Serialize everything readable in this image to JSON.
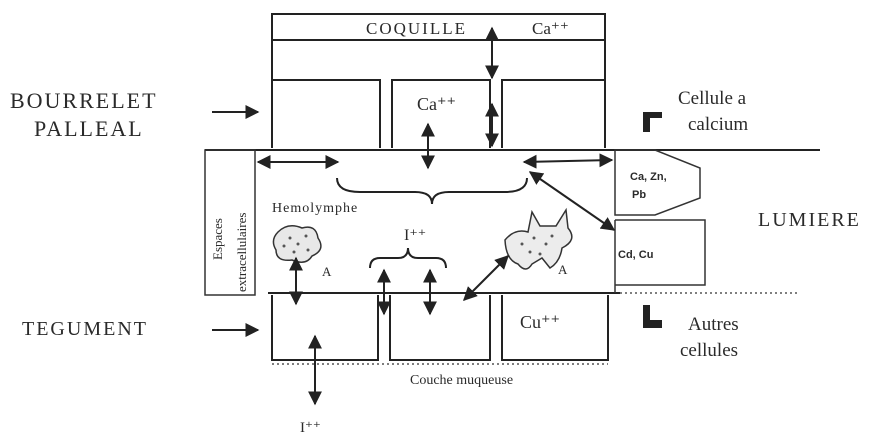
{
  "labels": {
    "coquille": "COQUILLE",
    "coquille_ion": "Ca⁺⁺",
    "bourrelet": "BOURRELET",
    "palleal": "PALLEAL",
    "cellule_calcium_1": "Cellule a",
    "cellule_calcium_2": "calcium",
    "ca_cell": "Ca⁺⁺",
    "espaces_1": "Espaces",
    "espaces_2": "extracellulaires",
    "metals_1": "Ca, Zn,",
    "metals_2": "Pb",
    "hemolymphe": "Hemolymphe",
    "i_ion_center": "I⁺⁺",
    "lumiere": "LUMIERE",
    "cd_cu": "Cd, Cu",
    "amoebocyte_a_left": "A",
    "amoebocyte_a_right": "A",
    "tegument": "TEGUMENT",
    "cu_cell": "Cu⁺⁺",
    "autres_1": "Autres",
    "autres_2": "cellules",
    "couche": "Couche muqueuse",
    "i_ion_bottom": "I⁺⁺"
  }
}
